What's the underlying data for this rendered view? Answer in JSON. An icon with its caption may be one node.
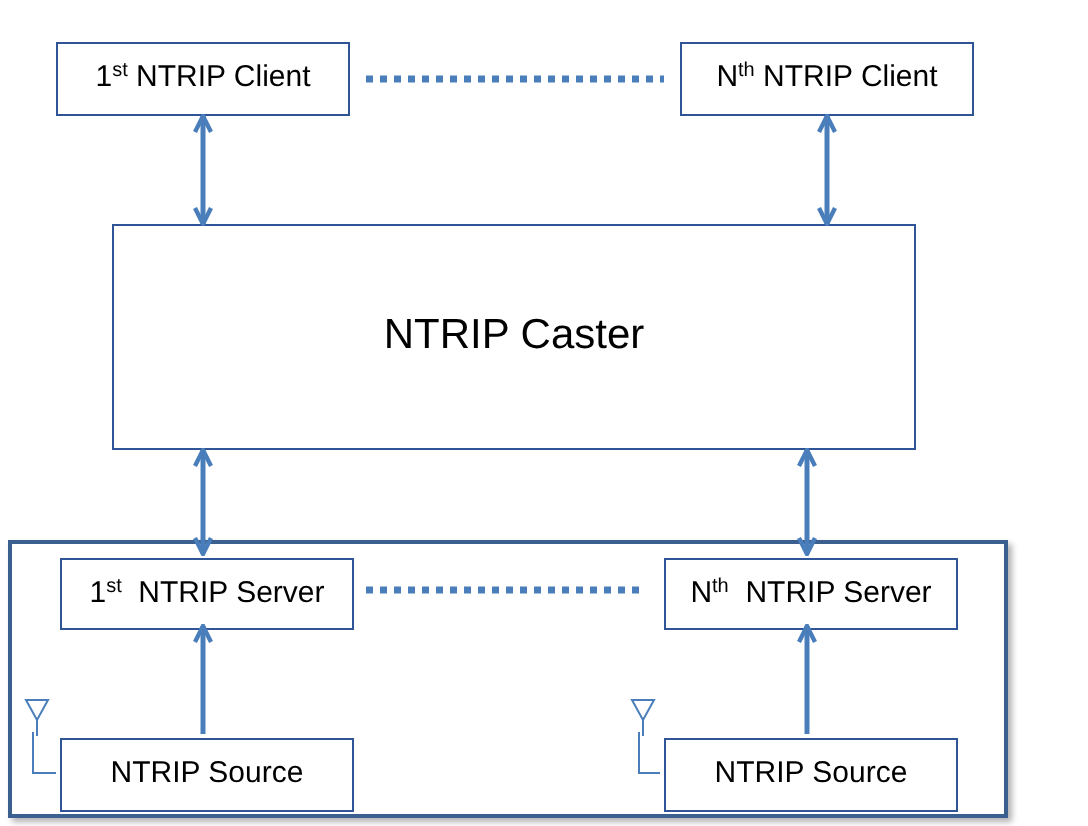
{
  "diagram": {
    "nodes": [
      {
        "text": [
          "1$^{st}$ NTRIP Client"
        ]
      },
      {
        "text": [
          "N$^{th}$ NTRIP Client"
        ]
      },
      {
        "text": [
          "NTRIP Caster"
        ]
      },
      {
        "text": [],
        "shape": "box"
      },
      {
        "text": [
          "1$^{st}$  NTRIP Server"
        ],
        "in": 3
      },
      {
        "text": [
          "N$^{th}$  NTRIP Server"
        ],
        "in": 3
      },
      {
        "text": [],
        "shape": "antenna",
        "in": 3
      },
      {
        "text": [
          "NTRIP Source"
        ],
        "in": 3
      },
      {
        "text": [],
        "shape": "antenna",
        "in": 3
      },
      {
        "text": [
          "NTRIP Source"
        ],
        "in": 3
      }
    ],
    "edges": [
      {
        "from": 0,
        "to": 1,
        "arrow": "none",
        "style": "dashed"
      },
      {
        "from": 0,
        "to": 2,
        "arrow": "both"
      },
      {
        "from": 1,
        "to": 2,
        "arrow": "both"
      },
      {
        "from": 2,
        "to": 4,
        "arrow": "both"
      },
      {
        "from": 2,
        "to": 5,
        "arrow": "both"
      },
      {
        "from": 4,
        "to": 5,
        "arrow": "none",
        "style": "dashed"
      },
      {
        "from": 7,
        "to": 4,
        "arrow": "to"
      },
      {
        "from": 9,
        "to": 5,
        "arrow": "to"
      },
      {
        "from": 6,
        "to": 7,
        "arrow": "none"
      },
      {
        "from": 8,
        "to": 9,
        "arrow": "none"
      }
    ]
  }
}
